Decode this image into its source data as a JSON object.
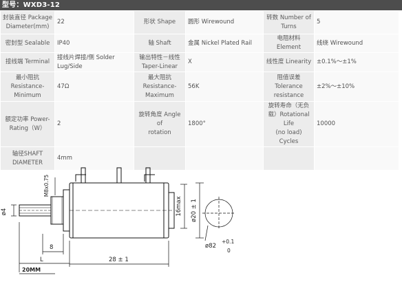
{
  "header": {
    "title": "型号：WXD3-12"
  },
  "spec_table": {
    "rows": [
      [
        {
          "label": "封装直径 Package\nDiameter(mm)",
          "value": "22"
        },
        {
          "label": "形状 Shape",
          "value": "圆形 Wirewound"
        },
        {
          "label": "转数 Number of\nTurns",
          "value": "5"
        }
      ],
      [
        {
          "label": "密封型 Sealable",
          "value": "IP40"
        },
        {
          "label": "轴 Shaft",
          "value": "金属 Nickel Plated Rail"
        },
        {
          "label": "电阻材料 Element",
          "value": "线绕 Wirewound"
        }
      ],
      [
        {
          "label": "接线端 Terminal",
          "value": "接线片焊接/侧 Solder\nLug/Side"
        },
        {
          "label": "输出特性－线性\nTaper-Linear",
          "value": "X"
        },
        {
          "label": "线性度 Linearity",
          "value": "±0.1%～±1%"
        }
      ],
      [
        {
          "label": "最小阻抗\nResistance-\nMinimum",
          "value": "47Ω"
        },
        {
          "label": "最大阻抗\nResistance-\nMaximum",
          "value": "56K"
        },
        {
          "label": "阻值误差\nTolerance\nresistance",
          "value": "±2%～±10%"
        }
      ],
      [
        {
          "label": "额定功率 Power-\nRating（W）",
          "value": "2"
        },
        {
          "label": "旋转角度 Angle of\nrotation",
          "value": "1800°"
        },
        {
          "label": "旋转寿命（无负\n载）Rotational Life\n(no load) Cycles",
          "value": "10000"
        }
      ],
      [
        {
          "label": "轴径SHAFT\nDIAMETER",
          "value": "4mm"
        },
        {
          "label": "",
          "value": ""
        },
        {
          "label": "",
          "value": ""
        }
      ]
    ]
  },
  "drawing": {
    "dim_shaft_dia": "ø4",
    "dim_thread": "M8x0.75",
    "dim_8": "8",
    "dim_L": "L",
    "dim_20mm": "20MM",
    "dim_body_len": "28 ± 1",
    "dim_16max": "16max",
    "dim_body_dia": "ø20 ± 1",
    "dim_hole_base": "ø82",
    "dim_hole_tol_upper": "+0.1",
    "dim_hole_tol_lower": "0"
  }
}
